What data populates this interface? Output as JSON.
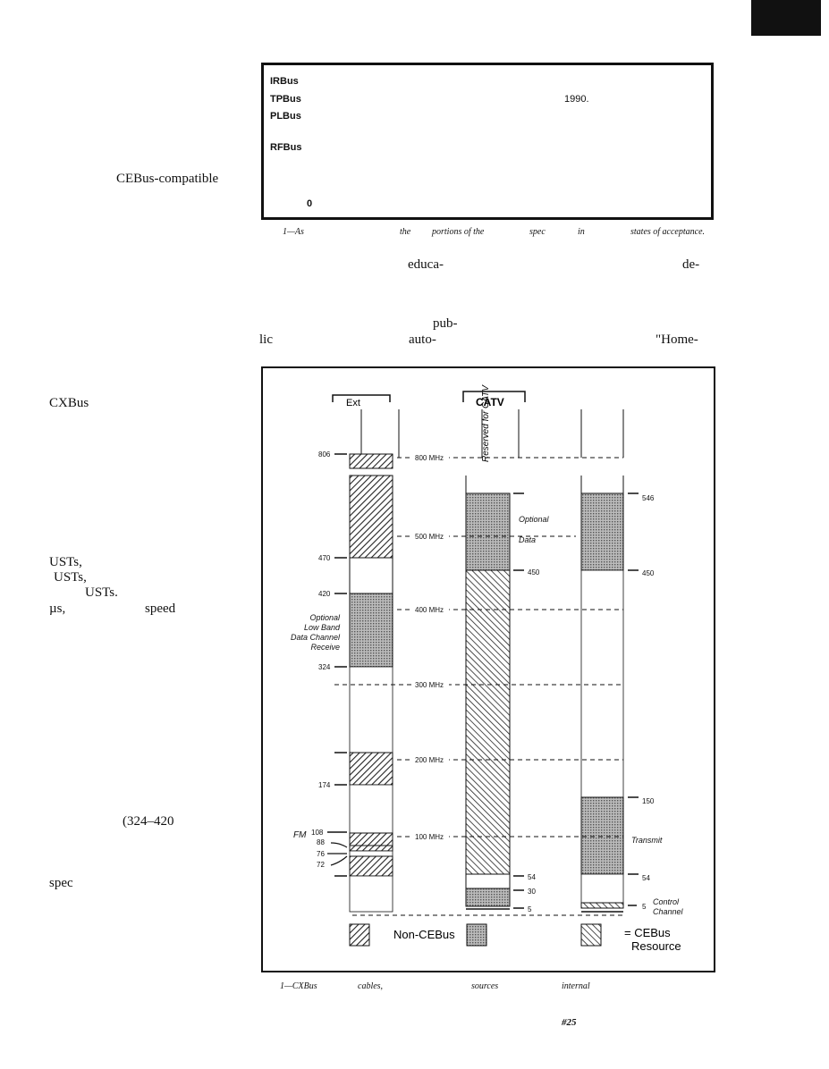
{
  "corner_block_color": "#111111",
  "table_box": {
    "rows": [
      {
        "bus": "IRBus",
        "note": ""
      },
      {
        "bus": "TPBus",
        "note": "1990."
      },
      {
        "bus": "PLBus",
        "note": ""
      },
      {
        "bus": "RFBus",
        "note": ""
      },
      {
        "bus": "0",
        "note": ""
      }
    ],
    "caption": {
      "num": "1—As",
      "w1": "the",
      "w2": "portions of the",
      "w3": "spec",
      "w4": "in",
      "w5": "states of acceptance."
    }
  },
  "left_fragments": {
    "cebus_compatible": "CEBus-compatible",
    "cxbus": "CXBus",
    "usts1": "USTs,",
    "usts2": "USTs,",
    "usts3": "USTs.",
    "mus": "µs,",
    "speed": "speed",
    "range": "(324–420",
    "spec": "spec",
    "lic": "lic"
  },
  "body_fragments": {
    "educa": "educa-",
    "de": "de-",
    "pub": "pub-",
    "auto": "auto-",
    "home": "\"Home-"
  },
  "figure": {
    "header_left": "Ext",
    "header_catv": "CATV",
    "reserved_label": "Reserved for CATV",
    "mhz_labels": [
      "800 MHz",
      "500 MHz",
      "400 MHz",
      "300 MHz",
      "200 MHz",
      "100 MHz"
    ],
    "left_ticks": [
      "806",
      "470",
      "420",
      "324",
      "174",
      "108",
      "88",
      "76",
      "72"
    ],
    "fm_label": "FM",
    "opt_low_lines": [
      "Optional",
      "Low Band",
      "Data Channel",
      "Receive"
    ],
    "mid_ticks": [
      "450",
      "54",
      "30",
      "5"
    ],
    "opt_data_lines": [
      "Optional",
      "Data"
    ],
    "right_ticks": [
      "546",
      "450",
      "150",
      "54",
      "5"
    ],
    "transmit_label": "Transmit",
    "control_lines": [
      "Control",
      "Channel"
    ],
    "legend": {
      "noncebus": "Non-CEBus",
      "cebus": "= CEBus",
      "resource": "Resource"
    }
  },
  "figure_caption": {
    "num": "1—CXBus",
    "w1": "cables,",
    "w2": "sources",
    "w3": "internal"
  },
  "page_number": "#25"
}
